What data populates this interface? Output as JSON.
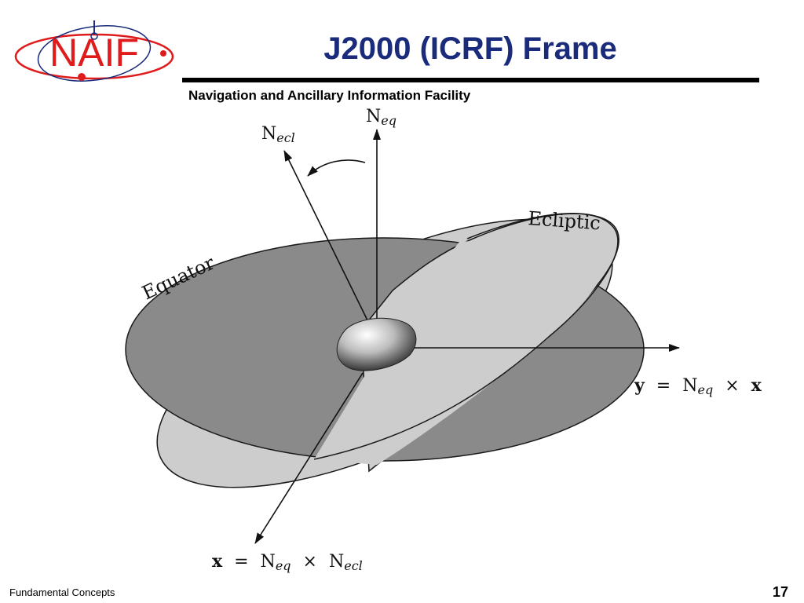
{
  "header": {
    "title": "J2000 (ICRF) Frame",
    "subtitle": "Navigation and Ancillary Information Facility",
    "logo_text": "NAIF"
  },
  "diagram": {
    "labels": {
      "n_eq": {
        "main": "N",
        "sub": "eq"
      },
      "n_ecl": {
        "main": "N",
        "sub": "ecl"
      },
      "ecliptic": "Ecliptic",
      "equator": "Equator",
      "y_axis": {
        "lhs": "y",
        "eq": "=",
        "n": "N",
        "sub": "eq",
        "times": "×",
        "rhs": "x"
      },
      "x_axis": {
        "lhs": "x",
        "eq": "=",
        "n1": "N",
        "sub1": "eq",
        "times": "×",
        "n2": "N",
        "sub2": "ecl"
      }
    },
    "colors": {
      "equator_plane": "#8a8a8a",
      "ecliptic_plane": "#cdcdcd",
      "outline": "#1a1a1a"
    }
  },
  "footer": {
    "left": "Fundamental Concepts",
    "page": "17"
  },
  "colors": {
    "title": "#1a2b7c",
    "logo_red": "#e01b1b",
    "logo_blue": "#1a2b7c"
  }
}
